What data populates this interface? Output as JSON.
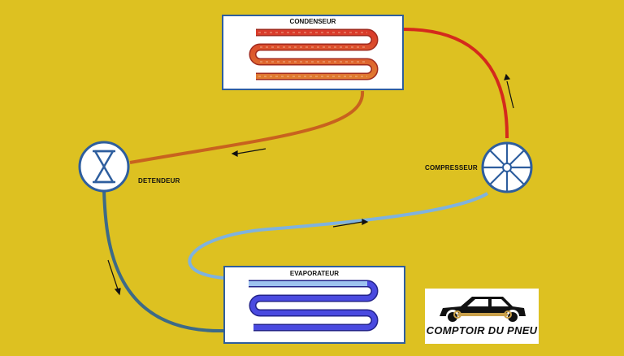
{
  "labels": {
    "condenser": "CONDENSEUR",
    "compressor": "COMPRESSEUR",
    "expansion_valve": "DETENDEUR",
    "evaporator": "EVAPORATEUR"
  },
  "logo": {
    "text": "COMPTOIR DU PNEU"
  },
  "colors": {
    "background": "#DDC121",
    "hot_line": "#D42A1C",
    "warm_line": "#C8621E",
    "cold_line": "#7FB2DE",
    "return_line": "#3D6A87",
    "component_border": "#2E5E9E",
    "condenser_coil": "#D83A2A",
    "evaporator_coil": "#3A3AD8"
  },
  "icons": {
    "compressor": "fan-wheel-icon",
    "expansion_valve": "hourglass-icon",
    "logo": "car-icon"
  }
}
